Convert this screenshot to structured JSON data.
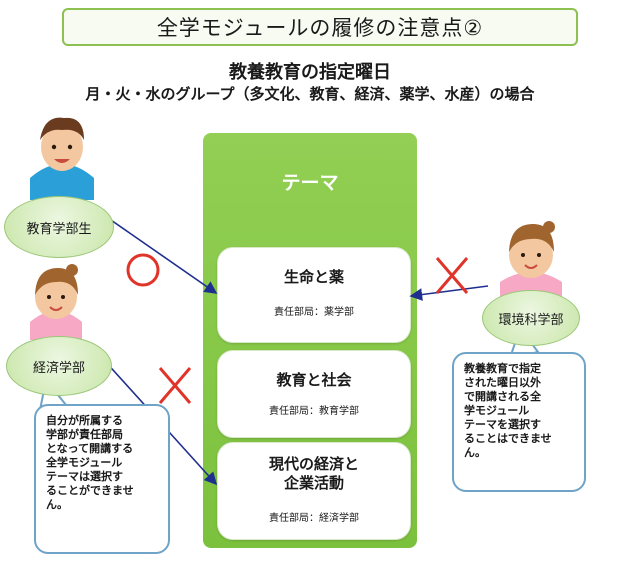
{
  "title": "全学モジュールの履修の注意点②",
  "subtitle": "教養教育の指定曜日",
  "subtitle2": "月・火・水のグループ（多文化、教育、経済、薬学、水産）の場合",
  "theme_heading": "テーマ",
  "courses": [
    {
      "name": "生命と薬",
      "responsible": "責任部局：薬学部"
    },
    {
      "name": "教育と社会",
      "responsible": "責任部局：教育学部"
    },
    {
      "name_line1": "現代の経済と",
      "name_line2": "企業活動",
      "responsible": "責任部局：経済学部"
    }
  ],
  "students": {
    "education": "教育学部生",
    "economics": "経済学部",
    "environment": "環境科学部"
  },
  "notes": {
    "economics": [
      "自分が所属する",
      "学部が責任部局",
      "となって開講する",
      "全学モジュール",
      "テーマは選択す",
      "ることができませ",
      "ん。"
    ],
    "environment": [
      "教養教育で指定",
      "された曜日以外",
      "で開講される全",
      "学モジュール",
      "テーマを選択す",
      "ることはできませ",
      "ん。"
    ]
  },
  "marks": {
    "ok": "○",
    "ng": "×"
  },
  "colors": {
    "panel_green": "#86c844",
    "arrow_blue": "#1f2f8f",
    "mark_red": "#e0342a",
    "note_border": "#6fa3c7"
  }
}
